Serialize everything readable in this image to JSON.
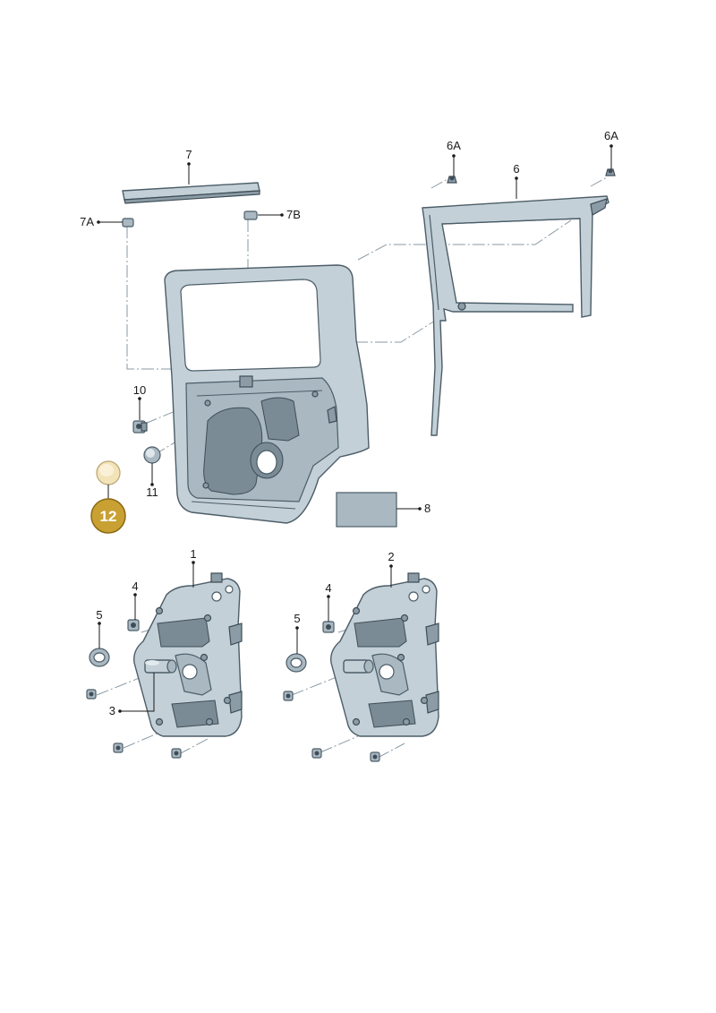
{
  "callouts": {
    "c1": "1",
    "c2": "2",
    "c3": "3",
    "c4a": "4",
    "c4b": "4",
    "c5a": "5",
    "c5b": "5",
    "c6": "6",
    "c6a_left": "6A",
    "c6a_right": "6A",
    "c7": "7",
    "c7a": "7A",
    "c7b": "7B",
    "c8": "8",
    "c10": "10",
    "c11": "11",
    "c12": "12"
  },
  "colors": {
    "part_fill": "#c3d0d7",
    "part_stroke": "#4c5d68",
    "highlight_badge": "#c9a032",
    "highlight_part": "#f3e3b8"
  }
}
